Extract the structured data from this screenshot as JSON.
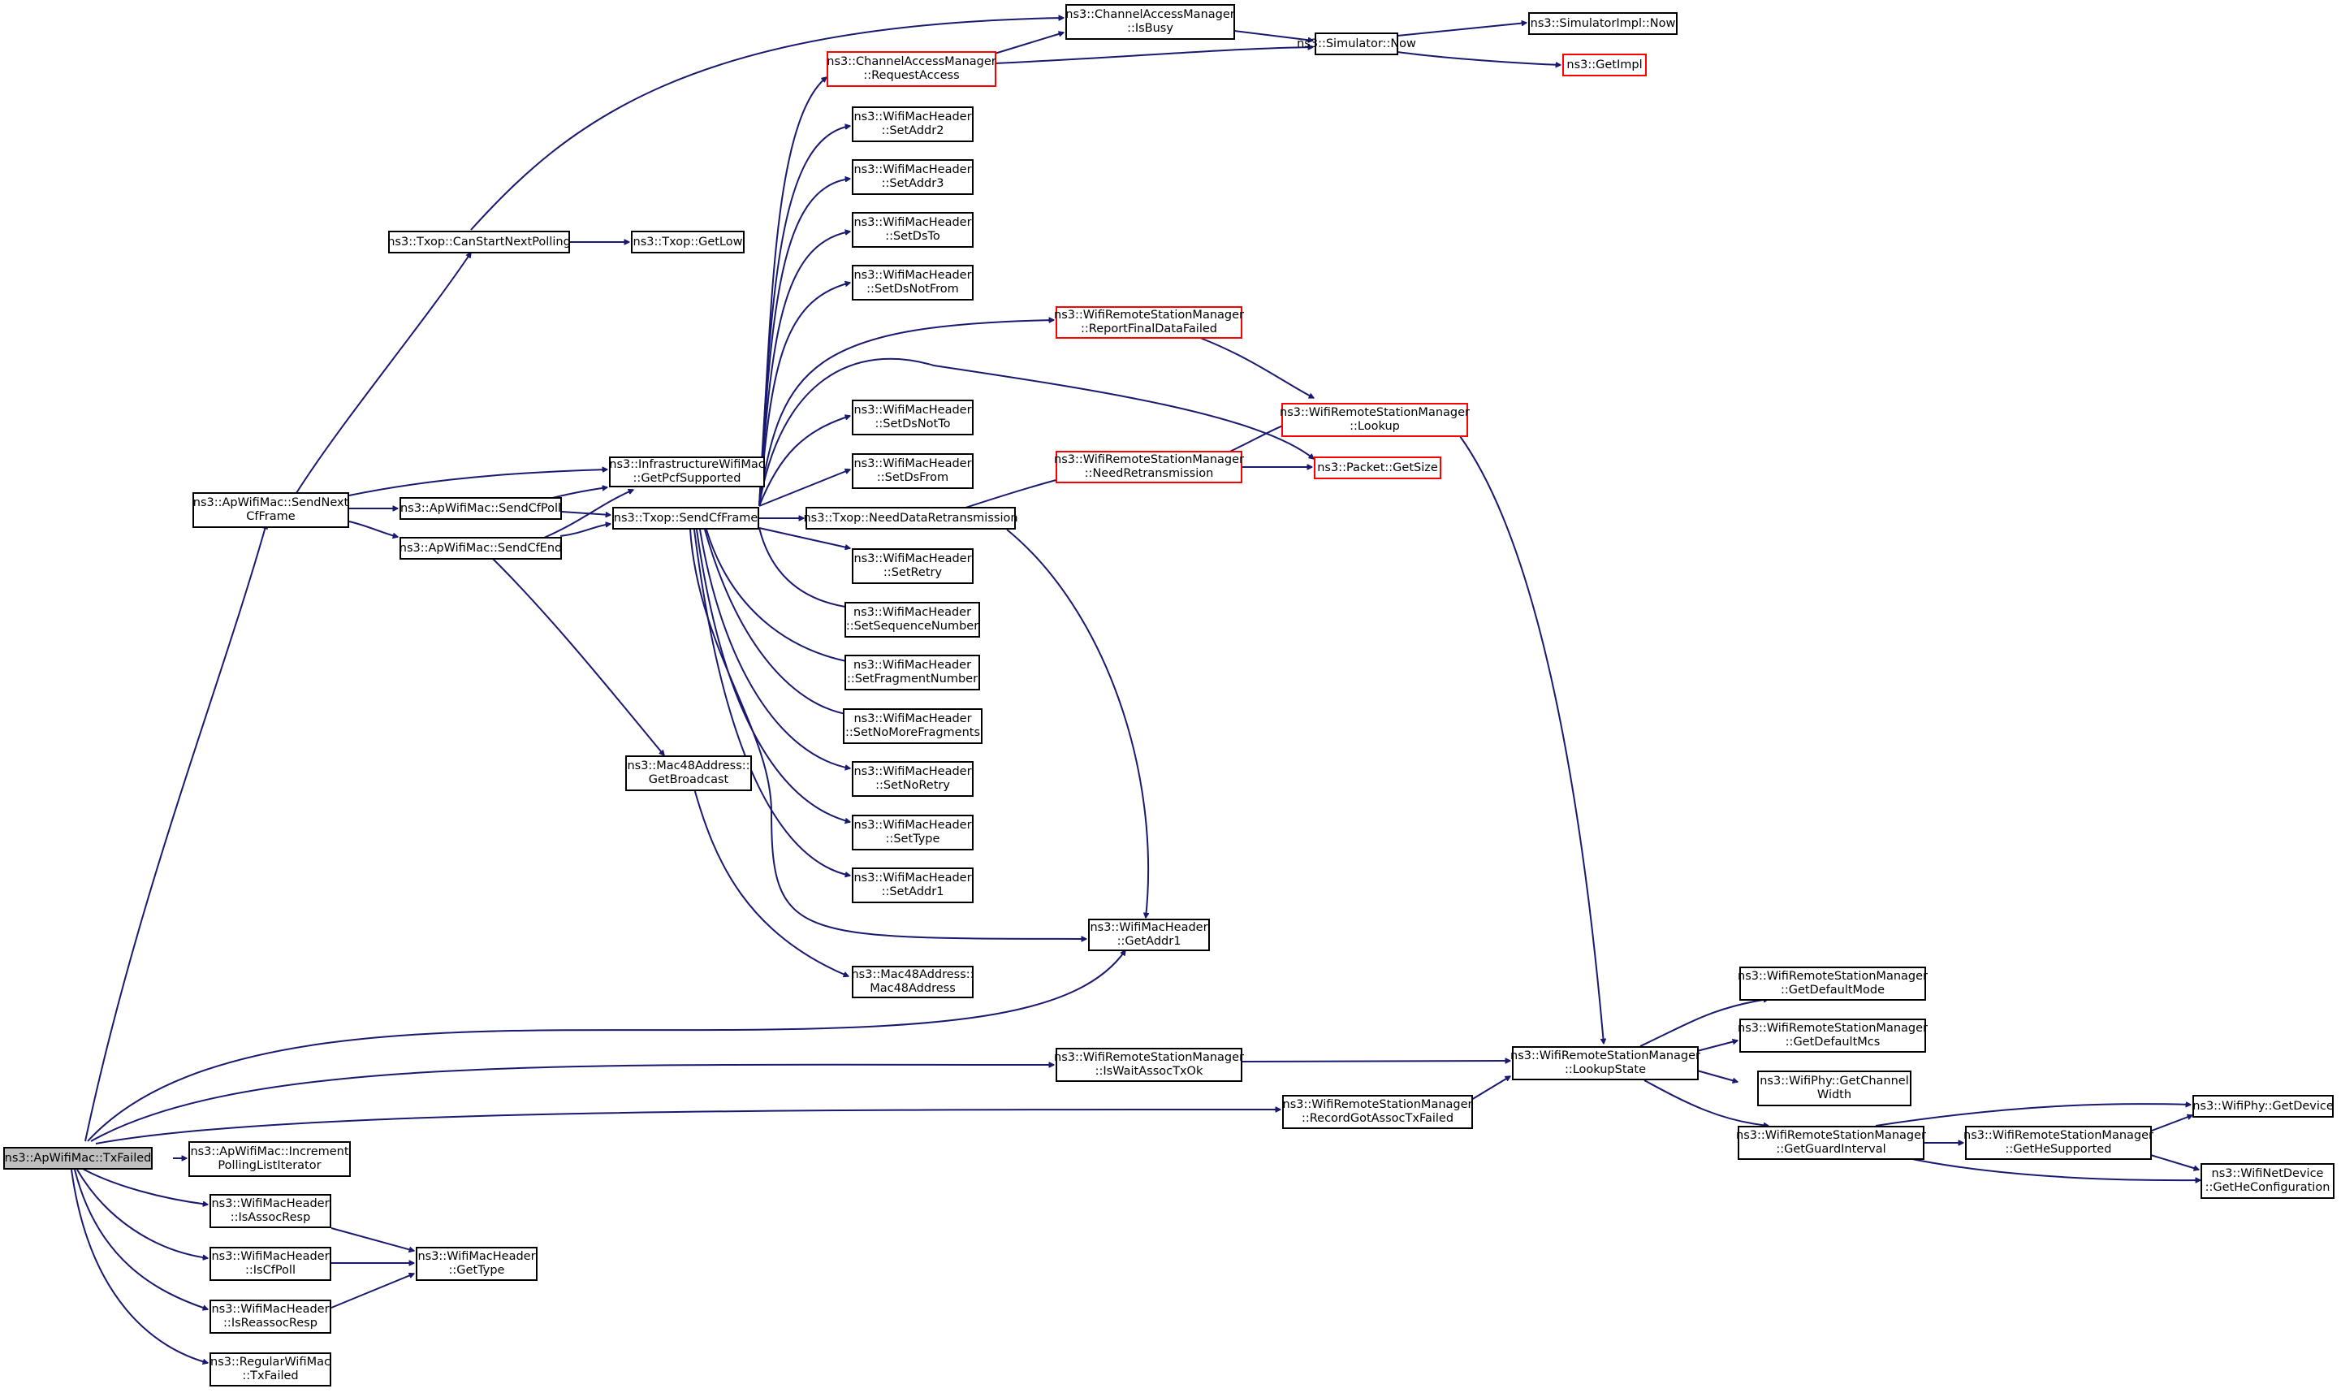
{
  "diagram": {
    "nodes": {
      "tx_failed": [
        "ns3::ApWifiMac::TxFailed"
      ],
      "send_next_cf": [
        "ns3::ApWifiMac::SendNext",
        "CfFrame"
      ],
      "can_start_polling": [
        "ns3::Txop::CanStartNextPolling"
      ],
      "get_low": [
        "ns3::Txop::GetLow"
      ],
      "is_busy": [
        "ns3::ChannelAccessManager",
        "::IsBusy"
      ],
      "request_access": [
        "ns3::ChannelAccessManager",
        "::RequestAccess"
      ],
      "sim_now": [
        "ns3::Simulator::Now"
      ],
      "simimpl_now": [
        "ns3::SimulatorImpl::Now"
      ],
      "get_impl": [
        "ns3::GetImpl"
      ],
      "set_addr2": [
        "ns3::WifiMacHeader",
        "::SetAddr2"
      ],
      "set_addr3": [
        "ns3::WifiMacHeader",
        "::SetAddr3"
      ],
      "set_ds_to": [
        "ns3::WifiMacHeader",
        "::SetDsTo"
      ],
      "set_ds_not_from": [
        "ns3::WifiMacHeader",
        "::SetDsNotFrom"
      ],
      "report_final": [
        "ns3::WifiRemoteStationManager",
        "::ReportFinalDataFailed"
      ],
      "lookup": [
        "ns3::WifiRemoteStationManager",
        "::Lookup"
      ],
      "set_ds_not_to": [
        "ns3::WifiMacHeader",
        "::SetDsNotTo"
      ],
      "get_pcf": [
        "ns3::InfrastructureWifiMac",
        "::GetPcfSupported"
      ],
      "set_ds_from": [
        "ns3::WifiMacHeader",
        "::SetDsFrom"
      ],
      "need_retrans": [
        "ns3::WifiRemoteStationManager",
        "::NeedRetransmission"
      ],
      "packet_size": [
        "ns3::Packet::GetSize"
      ],
      "send_cf_poll": [
        "ns3::ApWifiMac::SendCfPoll"
      ],
      "send_cf_frame": [
        "ns3::Txop::SendCfFrame"
      ],
      "need_data_retrans": [
        "ns3::Txop::NeedDataRetransmission"
      ],
      "send_cf_end": [
        "ns3::ApWifiMac::SendCfEnd"
      ],
      "set_retry": [
        "ns3::WifiMacHeader",
        "::SetRetry"
      ],
      "set_seq": [
        "ns3::WifiMacHeader",
        "::SetSequenceNumber"
      ],
      "set_frag": [
        "ns3::WifiMacHeader",
        "::SetFragmentNumber"
      ],
      "set_no_more": [
        "ns3::WifiMacHeader",
        "::SetNoMoreFragments"
      ],
      "get_broadcast": [
        "ns3::Mac48Address::",
        "GetBroadcast"
      ],
      "set_no_retry": [
        "ns3::WifiMacHeader",
        "::SetNoRetry"
      ],
      "set_type": [
        "ns3::WifiMacHeader",
        "::SetType"
      ],
      "set_addr1": [
        "ns3::WifiMacHeader",
        "::SetAddr1"
      ],
      "get_addr1": [
        "ns3::WifiMacHeader",
        "::GetAddr1"
      ],
      "mac48": [
        "ns3::Mac48Address::",
        "Mac48Address"
      ],
      "default_mode": [
        "ns3::WifiRemoteStationManager",
        "::GetDefaultMode"
      ],
      "default_mcs": [
        "ns3::WifiRemoteStationManager",
        "::GetDefaultMcs"
      ],
      "is_wait_assoc": [
        "ns3::WifiRemoteStationManager",
        "::IsWaitAssocTxOk"
      ],
      "lookup_state": [
        "ns3::WifiRemoteStationManager",
        "::LookupState"
      ],
      "channel_width": [
        "ns3::WifiPhy::GetChannel",
        "Width"
      ],
      "record_got": [
        "ns3::WifiRemoteStationManager",
        "::RecordGotAssocTxFailed"
      ],
      "get_device": [
        "ns3::WifiPhy::GetDevice"
      ],
      "guard_interval": [
        "ns3::WifiRemoteStationManager",
        "::GetGuardInterval"
      ],
      "he_supported": [
        "ns3::WifiRemoteStationManager",
        "::GetHeSupported"
      ],
      "he_config": [
        "ns3::WifiNetDevice",
        "::GetHeConfiguration"
      ],
      "increment": [
        "ns3::ApWifiMac::Increment",
        "PollingListIterator"
      ],
      "is_assoc_resp": [
        "ns3::WifiMacHeader",
        "::IsAssocResp"
      ],
      "get_type": [
        "ns3::WifiMacHeader",
        "::GetType"
      ],
      "is_cf_poll": [
        "ns3::WifiMacHeader",
        "::IsCfPoll"
      ],
      "is_reassoc": [
        "ns3::WifiMacHeader",
        "::IsReassocResp"
      ],
      "regular_tx": [
        "ns3::RegularWifiMac",
        "::TxFailed"
      ]
    }
  },
  "colors": {
    "edge": "#191970",
    "border": "#000000",
    "highlight_border": "#ff0000",
    "root_fill": "#bfbfbf"
  }
}
